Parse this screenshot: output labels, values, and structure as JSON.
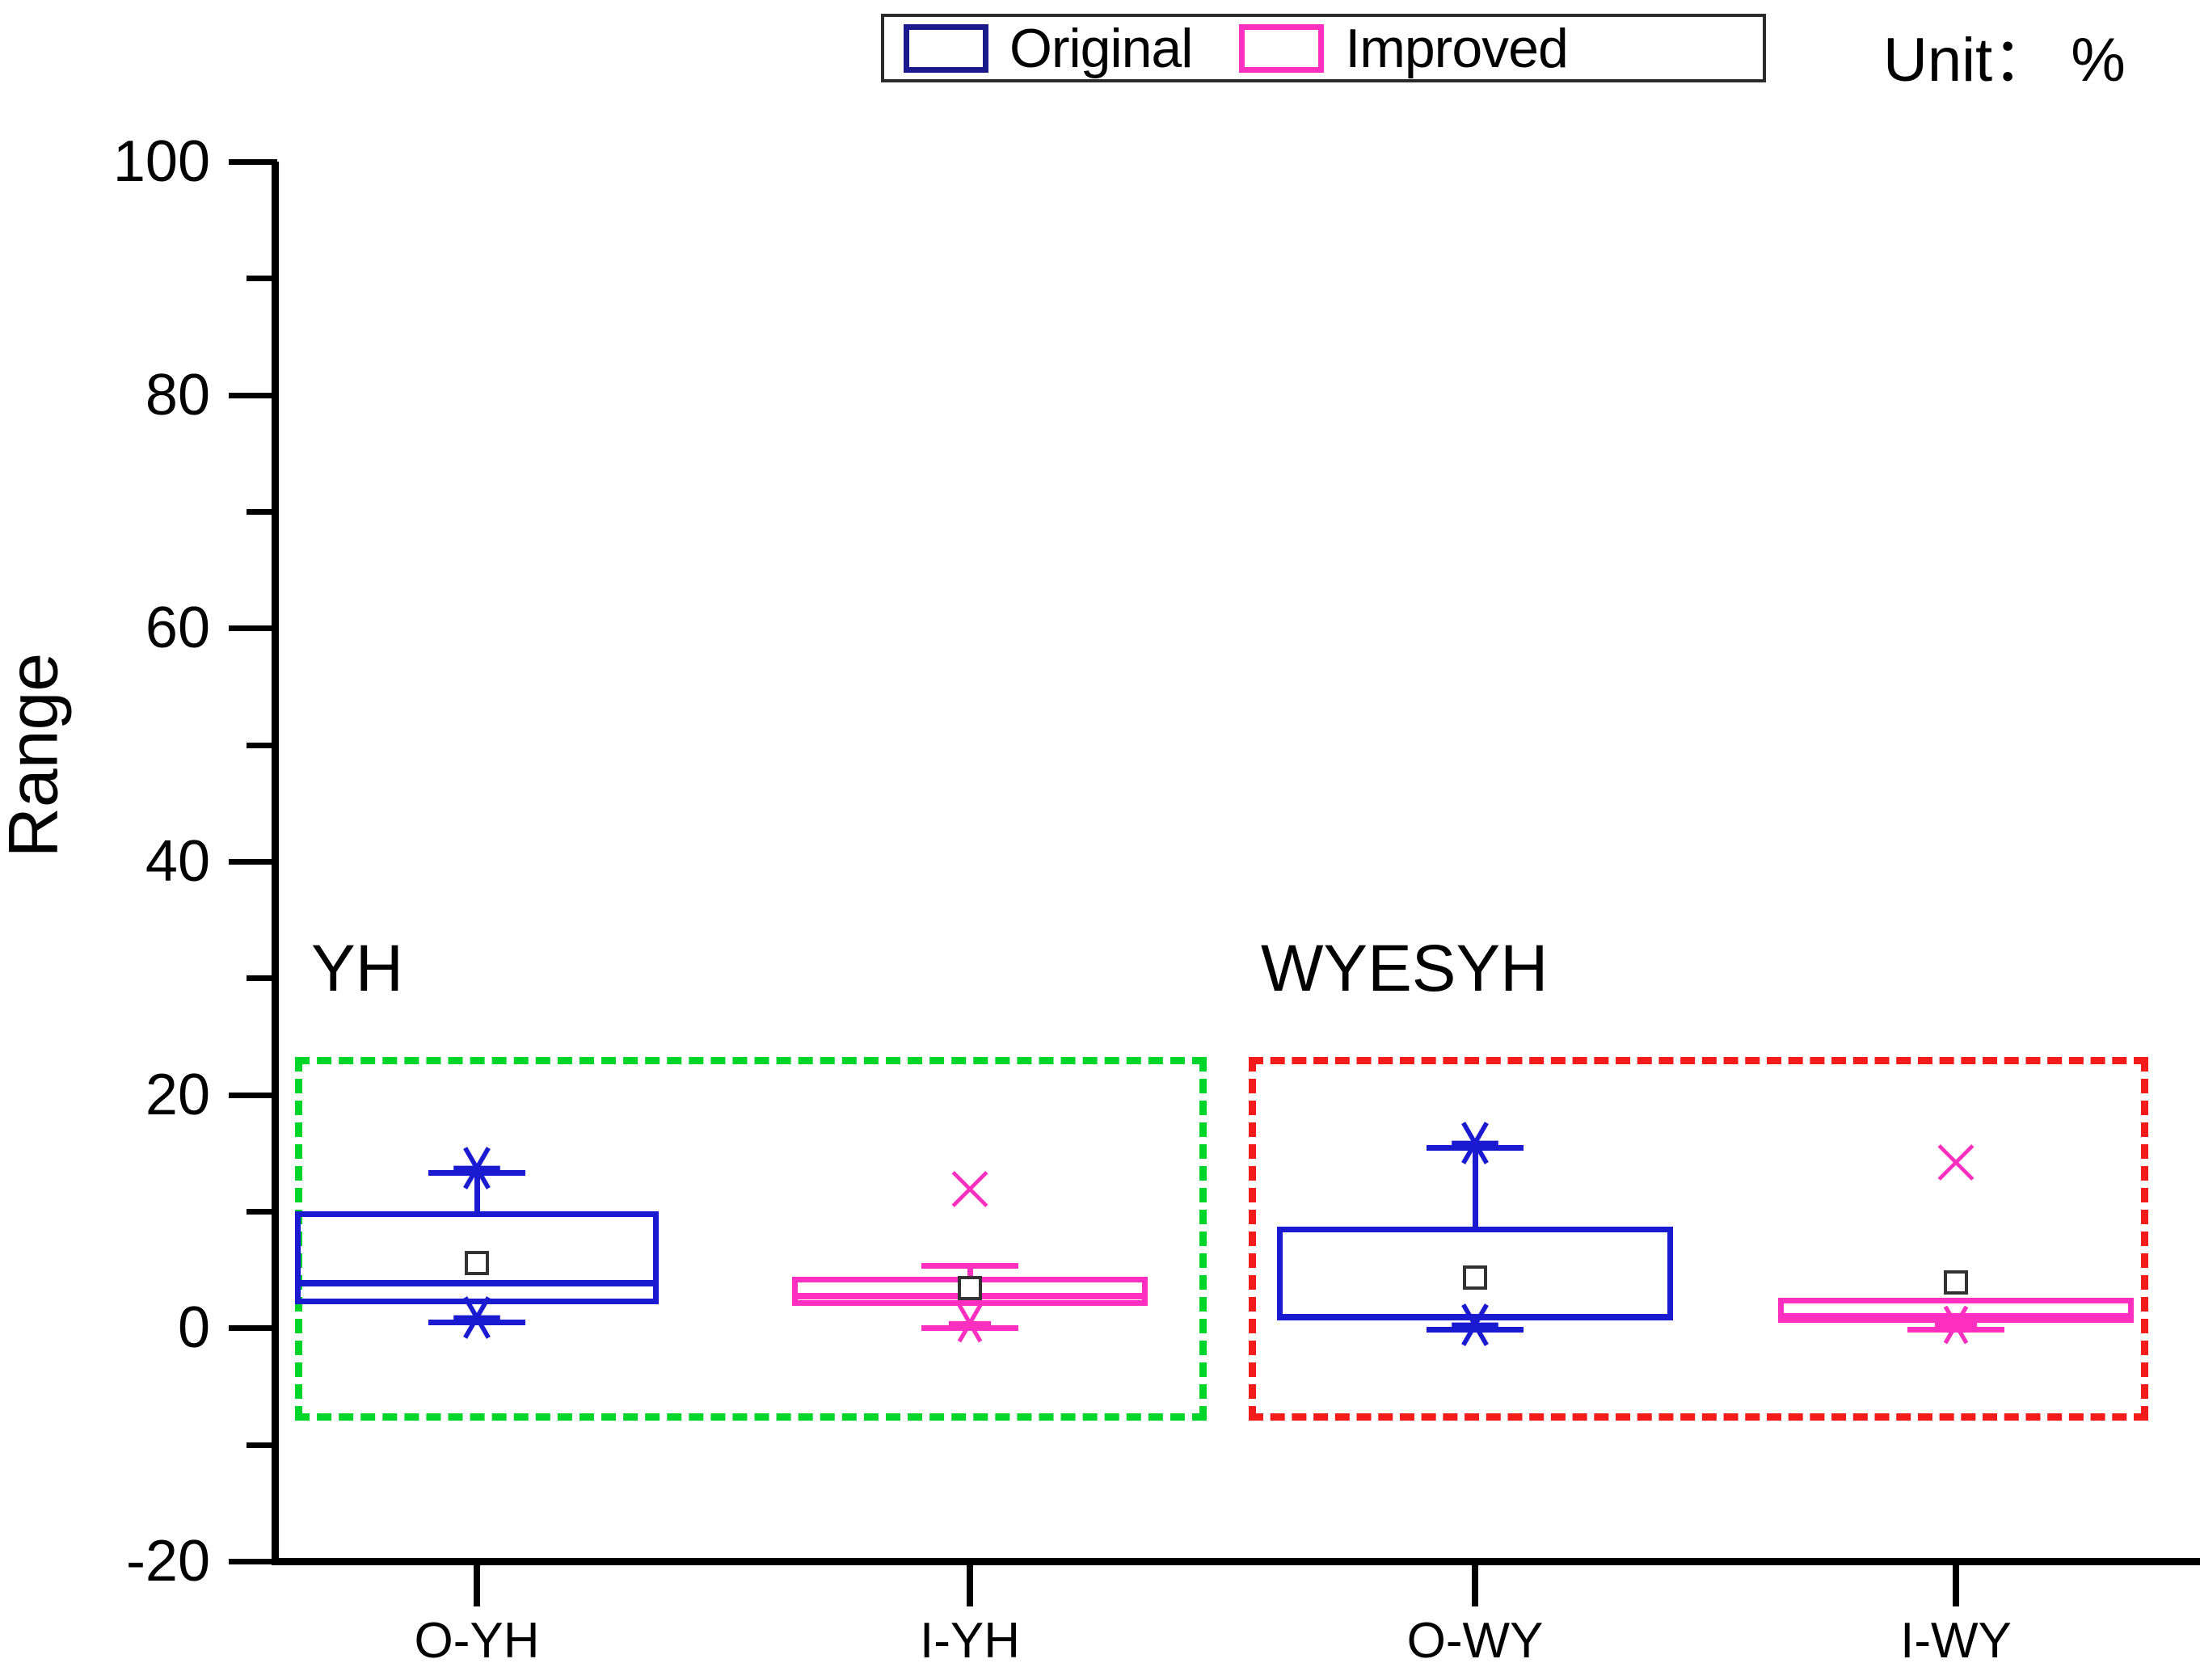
{
  "legend": {
    "items": [
      {
        "label": "Original",
        "color": "#1a1a8c",
        "icon": "square-outline-icon"
      },
      {
        "label": "Improved",
        "color": "#ff2fc0",
        "icon": "square-outline-icon"
      }
    ]
  },
  "unit_note": "Unit： %",
  "axes": {
    "ylabel": "Range",
    "yticks": [
      "100",
      "80",
      "60",
      "40",
      "20",
      "0",
      "-20"
    ],
    "ylim": [
      -20,
      100
    ],
    "xticklabels": [
      "O-YH",
      "I-YH",
      "O-WY",
      "I-WY"
    ]
  },
  "groups": [
    {
      "label": "YH",
      "color": "#00d52a",
      "members": [
        "O-YH",
        "I-YH"
      ]
    },
    {
      "label": "WYESYH",
      "color": "#f41b1b",
      "members": [
        "O-WY",
        "I-WY"
      ]
    }
  ],
  "chart_data": {
    "type": "box",
    "title": "",
    "xlabel": "",
    "ylabel": "Range",
    "unit": "%",
    "ylim": [
      -20,
      100
    ],
    "ytick_step": 20,
    "minor_ticks": true,
    "grid": false,
    "legend_position": "top-center",
    "categories": [
      "O-YH",
      "I-YH",
      "O-WY",
      "I-WY"
    ],
    "series": [
      {
        "name": "Original",
        "color": "#1a1ad0",
        "categories": [
          "O-YH",
          "O-WY"
        ]
      },
      {
        "name": "Improved",
        "color": "#ff2fc0",
        "categories": [
          "I-YH",
          "I-WY"
        ]
      }
    ],
    "boxes": [
      {
        "category": "O-YH",
        "series": "Original",
        "color": "#1a1ad0",
        "q1": 2.0,
        "median": 4.1,
        "q3": 10.0,
        "mean": 5.6,
        "whisker_low": 0.7,
        "whisker_high": 13.5,
        "outliers": [
          13.5,
          0.7
        ],
        "outlier_marker": "star"
      },
      {
        "category": "I-YH",
        "series": "Improved",
        "color": "#ff2fc0",
        "q1": 1.9,
        "median": 3.0,
        "q3": 4.4,
        "mean": 3.4,
        "whisker_low": 0.2,
        "whisker_high": 5.6,
        "outliers": [
          11.7,
          0.2
        ],
        "outlier_marker": "x-and-star"
      },
      {
        "category": "O-WY",
        "series": "Original",
        "color": "#1a1ad0",
        "q1": 0.7,
        "median": 1.2,
        "q3": 8.7,
        "mean": 4.3,
        "whisker_low": 0.1,
        "whisker_high": 15.7,
        "outliers": [
          15.7,
          0.1
        ],
        "outlier_marker": "star"
      },
      {
        "category": "I-WY",
        "series": "Improved",
        "color": "#ff2fc0",
        "q1": 0.8,
        "median": 1.0,
        "q3": 2.6,
        "mean": 3.9,
        "whisker_low": 0.1,
        "whisker_high": 2.6,
        "outliers": [
          14.0,
          0.1
        ],
        "outlier_marker": "x-and-star"
      }
    ]
  }
}
